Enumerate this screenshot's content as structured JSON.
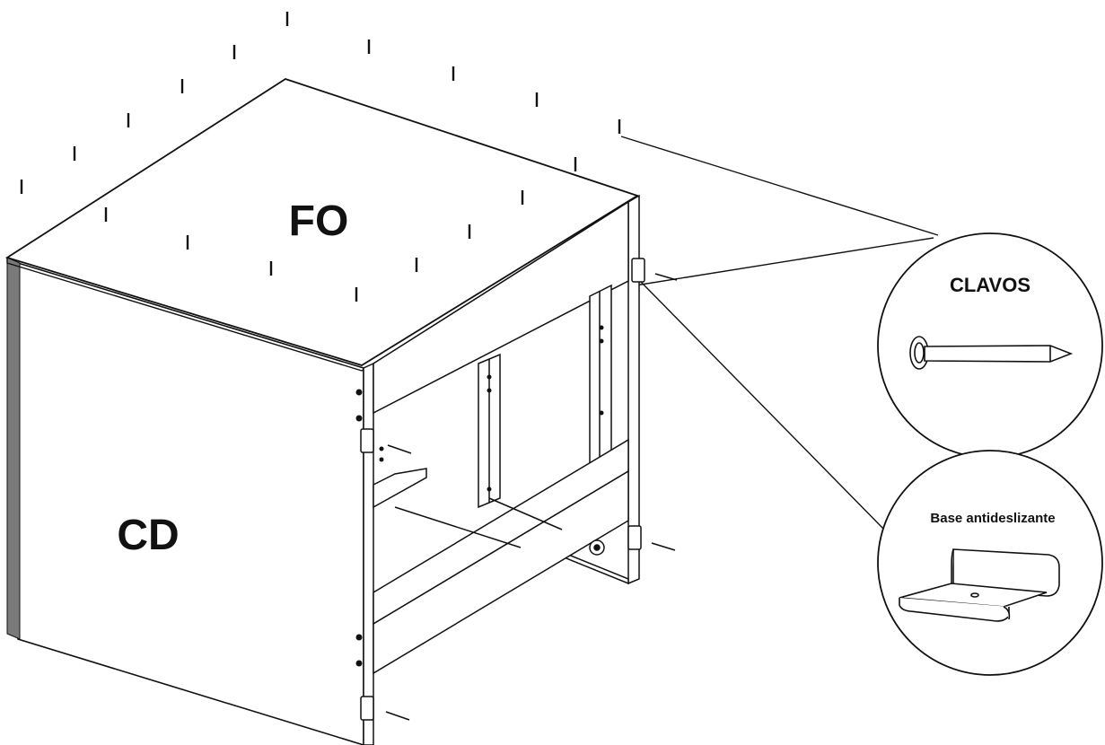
{
  "labels": {
    "top_panel": "FO",
    "side_panel": "CD"
  },
  "callouts": {
    "nails": {
      "title": "CLAVOS"
    },
    "base": {
      "title": "Base antideslizante"
    }
  },
  "colors": {
    "line": "#111111",
    "edge_strip": "#7a7a7a",
    "fill": "#ffffff",
    "part_fill": "#e9e9e9"
  }
}
